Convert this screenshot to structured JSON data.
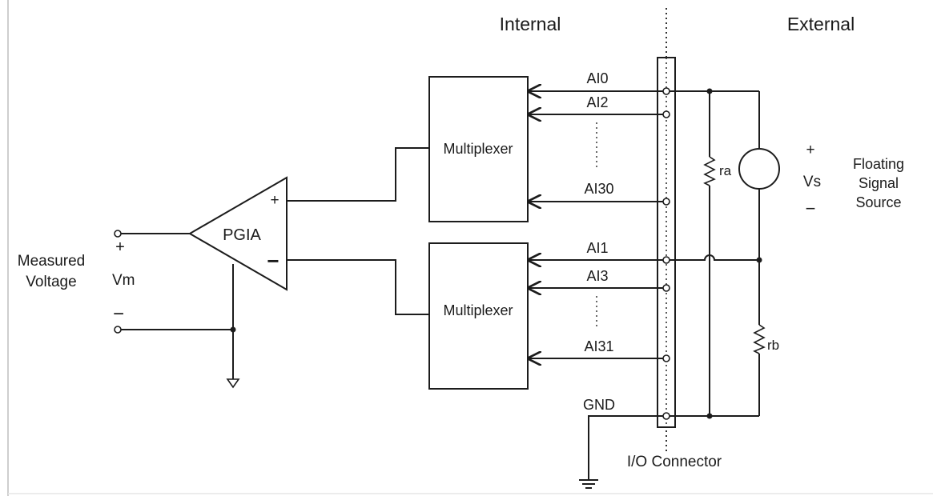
{
  "regions": {
    "internal": "Internal",
    "external": "External"
  },
  "amplifier": {
    "label": "PGIA",
    "plus": "+",
    "minus": "−"
  },
  "measured": {
    "line1": "Measured",
    "line2": "Voltage",
    "vm": "Vm",
    "plus": "+",
    "minus": "−"
  },
  "mux": {
    "top_label": "Multiplexer",
    "bottom_label": "Multiplexer"
  },
  "channels": {
    "top": [
      "AI0",
      "AI2",
      "AI30"
    ],
    "bottom": [
      "AI1",
      "AI3",
      "AI31"
    ],
    "ground": "GND"
  },
  "connector": {
    "label": "I/O Connector"
  },
  "resistors": {
    "ra": "ra",
    "rb": "rb"
  },
  "source": {
    "vs": "Vs",
    "plus": "+",
    "minus": "−",
    "line1": "Floating",
    "line2": "Signal",
    "line3": "Source"
  }
}
